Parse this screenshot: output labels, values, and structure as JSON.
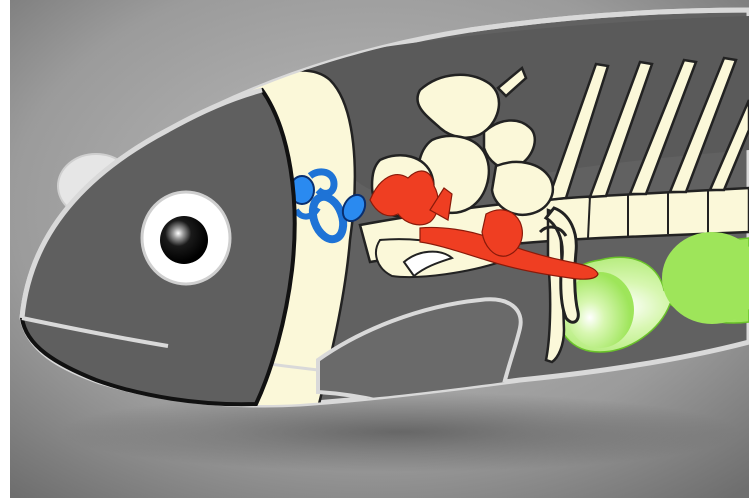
{
  "diagram": {
    "subject": "fish-anatomy-cutaway",
    "parts": [
      {
        "id": "fish-body",
        "color": "#5f5f5f"
      },
      {
        "id": "gill-cover",
        "color": "#fbf8d9"
      },
      {
        "id": "skeleton",
        "color": "#fbf8d9"
      },
      {
        "id": "inner-ear",
        "color": "#1e73d6"
      },
      {
        "id": "weberian-ossicles",
        "color": "#ef3e22"
      },
      {
        "id": "swim-bladder",
        "color": "#9ee55a"
      },
      {
        "id": "eye",
        "color": "#0a0a0a"
      }
    ],
    "palette": {
      "background_light": "#b5b5b5",
      "background_dark": "#6c6c6c",
      "outline": "#d9d9d9",
      "stroke": "#111111"
    }
  }
}
